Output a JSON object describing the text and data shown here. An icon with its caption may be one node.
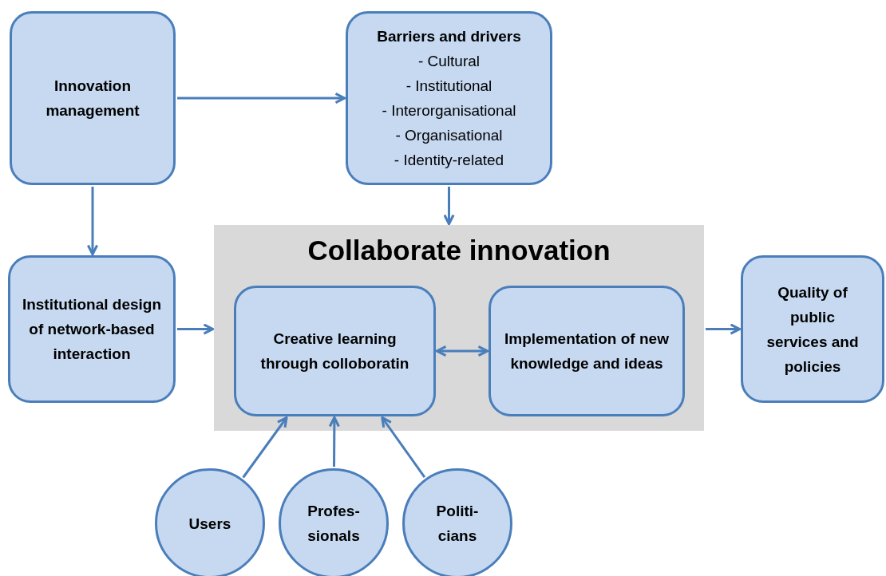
{
  "diagram": {
    "nodes": [
      {
        "text": [
          "Innovation management"
        ]
      },
      {
        "text": [
          "Barriers and drivers",
          "- Cultural",
          "- Institutional",
          "- Interorganisational",
          "- Organisational",
          "- Identity-related"
        ]
      },
      {
        "text": [
          "Collaborate innovation"
        ]
      },
      {
        "text": [
          "Institutional design of network-based interaction"
        ]
      },
      {
        "text": [
          "Creative learning through colloboratin"
        ],
        "in": 2
      },
      {
        "text": [
          "Implementation of new knowledge and ideas"
        ],
        "in": 2
      },
      {
        "text": [
          "Quality of public services and policies"
        ]
      },
      {
        "text": [
          "Users"
        ]
      },
      {
        "text": [
          "Profes- sionals"
        ]
      },
      {
        "text": [
          "Politi- cians"
        ]
      }
    ],
    "edges": [
      {
        "from": 0,
        "to": 1,
        "arrow": "to"
      },
      {
        "from": 0,
        "to": 3,
        "arrow": "to"
      },
      {
        "from": 1,
        "to": 2,
        "arrow": "to"
      },
      {
        "from": 3,
        "to": 2,
        "arrow": "to"
      },
      {
        "from": 4,
        "to": 5,
        "arrow": "both"
      },
      {
        "from": 2,
        "to": 6,
        "arrow": "to"
      },
      {
        "from": 7,
        "to": 4,
        "arrow": "to"
      },
      {
        "from": 8,
        "to": 4,
        "arrow": "to"
      },
      {
        "from": 9,
        "to": 4,
        "arrow": "to"
      }
    ]
  }
}
